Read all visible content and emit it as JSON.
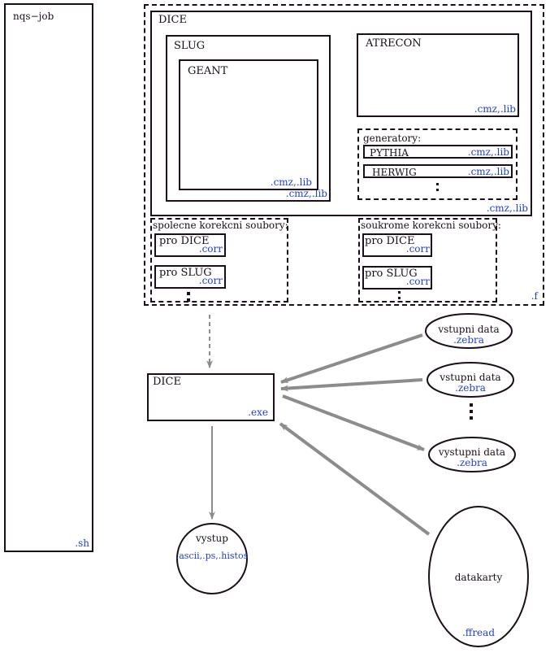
{
  "nqs_job": {
    "title": "nqs−job",
    "ext": ".sh"
  },
  "source_package": {
    "ext": ".f",
    "dice": {
      "title": "DICE",
      "ext": ".cmz,.lib",
      "slug": {
        "title": "SLUG",
        "ext": ".cmz,.lib",
        "geant": {
          "title": "GEANT",
          "ext": ".cmz,.lib"
        }
      },
      "atrecon": {
        "title": "ATRECON",
        "ext": ".cmz,.lib"
      },
      "generators": {
        "title": "generatory:",
        "items": [
          {
            "label": "PYTHIA",
            "ext": ".cmz,.lib"
          },
          {
            "label": "HERWIG",
            "ext": ".cmz,.lib"
          }
        ]
      }
    },
    "shared_corrections": {
      "title": "spolecne korekcni soubory:",
      "items": [
        {
          "label": "pro DICE",
          "ext": ".corr"
        },
        {
          "label": "pro SLUG",
          "ext": ".corr"
        }
      ]
    },
    "private_corrections": {
      "title": "soukrome korekcni soubory:",
      "items": [
        {
          "label": "pro DICE",
          "ext": ".corr"
        },
        {
          "label": "pro SLUG",
          "ext": ".corr"
        }
      ]
    }
  },
  "executable": {
    "title": "DICE",
    "ext": ".exe"
  },
  "inputs": [
    {
      "label": "vstupni data",
      "ext": ".zebra"
    },
    {
      "label": "vstupni data",
      "ext": ".zebra"
    }
  ],
  "output_data": {
    "label": "vystupni data",
    "ext": ".zebra"
  },
  "output": {
    "label": "vystup",
    "ext": ".ascii,.ps,.histos"
  },
  "datacards": {
    "label": "datakarty",
    "ext": ".ffread"
  },
  "colors": {
    "line": "#1a0f1a",
    "arrow": "#8c8c8c",
    "extension": "#1f3fd6"
  }
}
